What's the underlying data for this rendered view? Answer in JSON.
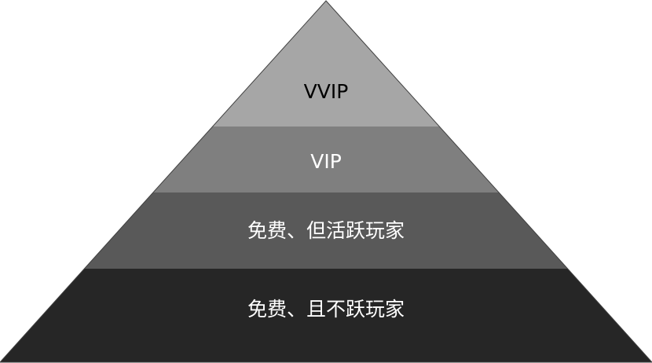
{
  "title": "",
  "layers": [
    {
      "label": "VVIP",
      "fill": "#a6a6a6",
      "text_color": "#000000"
    },
    {
      "label": "VIP",
      "fill": "#7f7f7f",
      "text_color": "#ffffff"
    },
    {
      "label": "免费、但活跃玩家",
      "fill": "#595959",
      "text_color": "#ffffff"
    },
    {
      "label": "免费、且不跃玩家",
      "fill": "#262626",
      "text_color": "#ffffff"
    }
  ]
}
